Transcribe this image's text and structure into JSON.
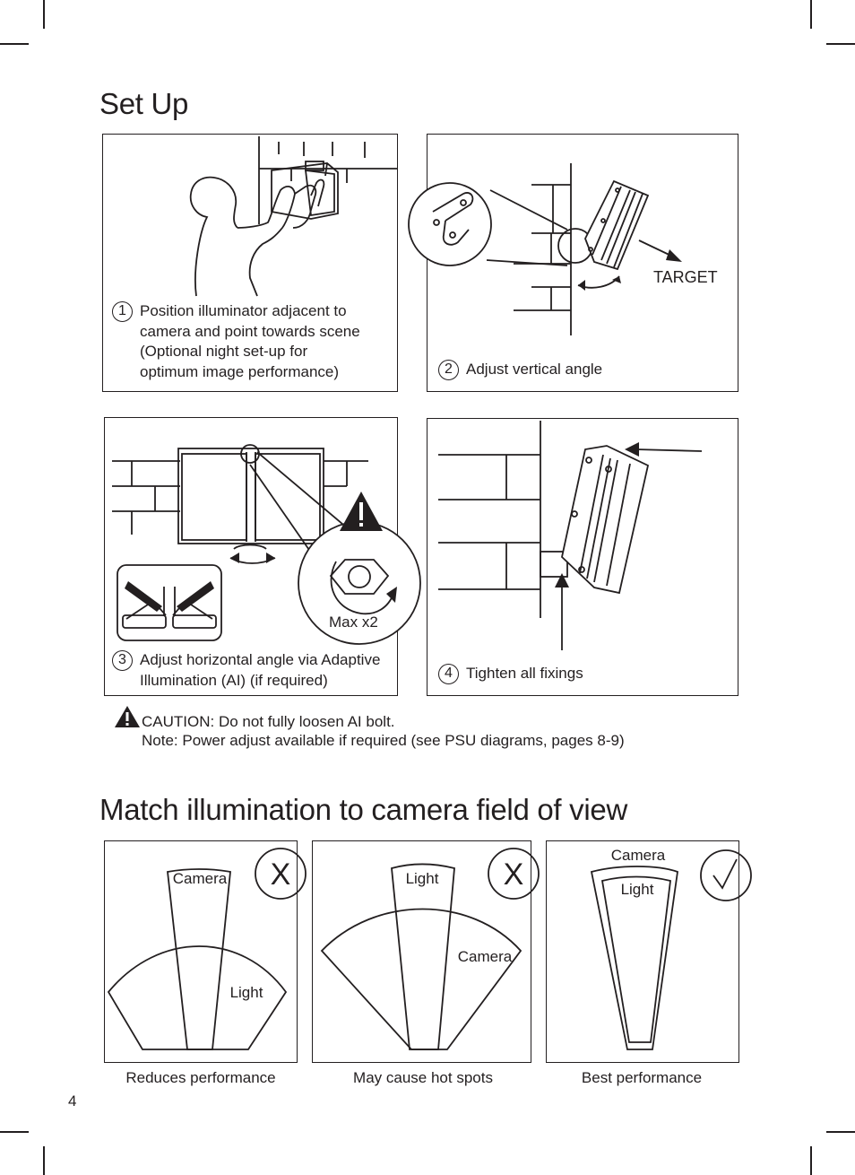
{
  "page": {
    "section1_title": "Set Up",
    "section2_title": "Match illumination to camera field of view",
    "page_number": "4"
  },
  "steps": [
    {
      "number": "1",
      "lines": [
        "Position illuminator adjacent to",
        "camera and point towards scene",
        "(Optional night set-up for",
        "optimum image performance)"
      ]
    },
    {
      "number": "2",
      "lines": [
        "Adjust vertical angle"
      ],
      "label_target": "TARGET"
    },
    {
      "number": "3",
      "lines": [
        "Adjust horizontal angle via Adaptive",
        "Illumination (AI) (if required)"
      ],
      "callout": "Max x2"
    },
    {
      "number": "4",
      "lines": [
        "Tighten all fixings"
      ]
    }
  ],
  "caution": {
    "line1": "CAUTION: Do not fully loosen AI bolt.",
    "line2": "Note: Power adjust available if required (see PSU diagrams, pages 8-9)"
  },
  "fov": [
    {
      "inner_label": "Camera",
      "outer_label": "Light",
      "verdict": "X",
      "caption": "Reduces performance"
    },
    {
      "inner_label": "Light",
      "outer_label": "Camera",
      "verdict": "X",
      "caption": "May cause hot spots"
    },
    {
      "inner_label": "Light",
      "outer_label": "Camera",
      "verdict": "check",
      "caption": "Best performance"
    }
  ]
}
